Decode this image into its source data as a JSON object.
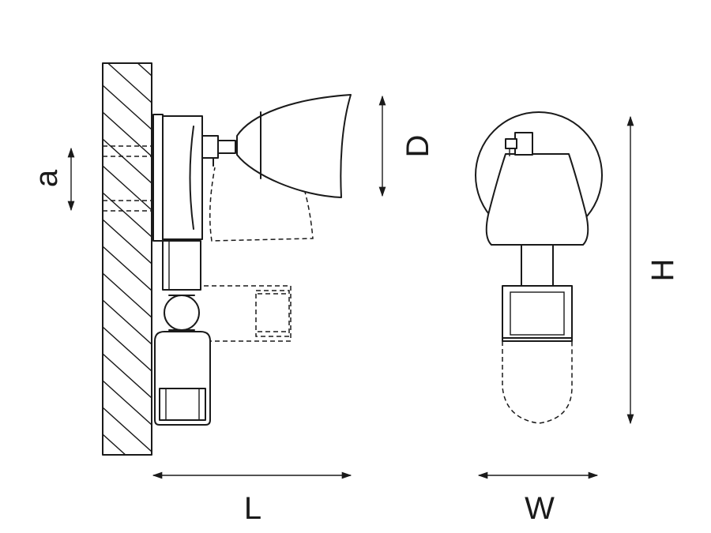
{
  "dimensions": {
    "a": "a",
    "D": "D",
    "L": "L",
    "W": "W",
    "H": "H"
  }
}
